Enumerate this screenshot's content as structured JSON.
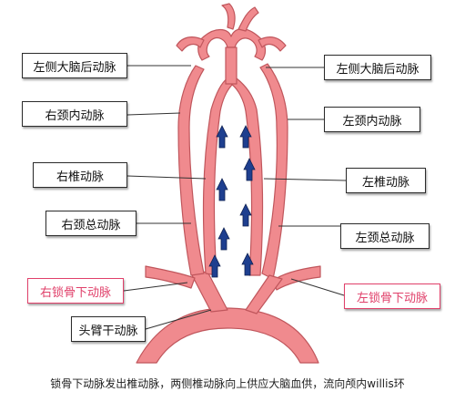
{
  "labels": {
    "left_pca": "左侧大脑后动脉",
    "right_pca": "左侧大脑后动脉",
    "right_ica": "右颈内动脉",
    "left_ica": "左颈内动脉",
    "right_vert": "右椎动脉",
    "left_vert": "左椎动脉",
    "right_cca": "右颈总动脉",
    "left_cca": "左颈总动脉",
    "right_subclavian": "右锁骨下动脉",
    "left_subclavian": "左锁骨下动脉",
    "brachiocephalic": "头臂干动脉"
  },
  "caption": "锁骨下动脉发出椎动脉，两侧椎动脉向上供应大脑血供，流向颅内willis环",
  "colors": {
    "artery_fill": "#f08a8e",
    "artery_stroke": "#c0565c",
    "flow_arrow": "#1e3f8f",
    "highlight_label": "#e0406a"
  },
  "flow_arrows": 8
}
